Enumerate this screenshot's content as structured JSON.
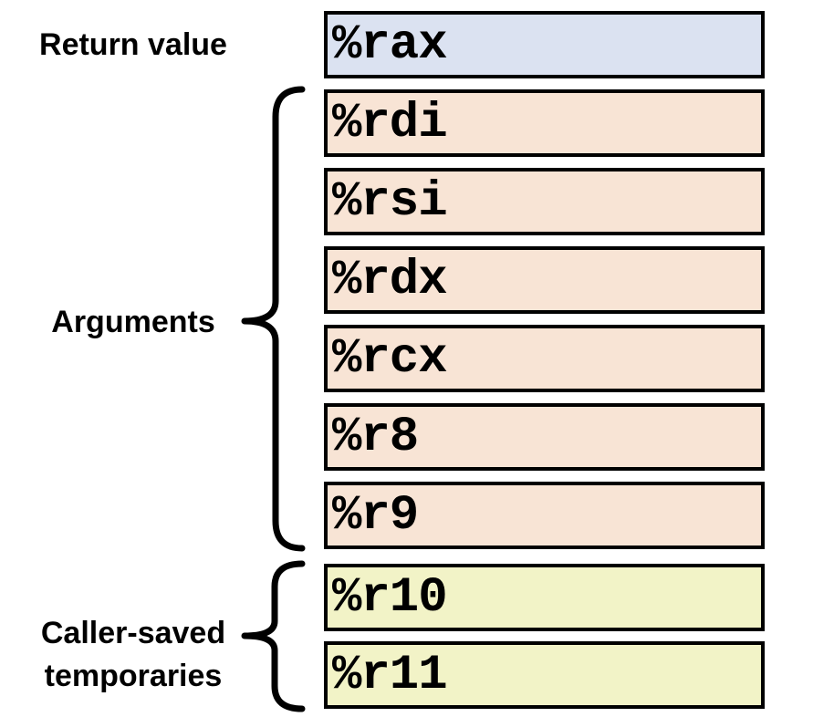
{
  "figure": {
    "description": "x86-64 caller-saved register diagram",
    "groups": [
      {
        "label": "Return value",
        "label_lines": [
          "Return value"
        ],
        "has_brace": false,
        "fill": "#dbe2f1",
        "registers": [
          "%rax"
        ]
      },
      {
        "label": "Arguments",
        "label_lines": [
          "Arguments"
        ],
        "has_brace": true,
        "fill": "#f8e4d5",
        "registers": [
          "%rdi",
          "%rsi",
          "%rdx",
          "%rcx",
          "%r8",
          "%r9"
        ]
      },
      {
        "label": "Caller-saved temporaries",
        "label_lines": [
          "Caller-saved",
          "temporaries"
        ],
        "has_brace": true,
        "fill": "#f2f3c7",
        "registers": [
          "%r10",
          "%r11"
        ]
      }
    ],
    "colors": {
      "background": "#ffffff",
      "return_value_fill": "#dbe2f1",
      "arguments_fill": "#f8e4d5",
      "caller_saved_fill": "#f2f3c7",
      "box_border": "#000000",
      "brace_stroke": "#000000",
      "label_text": "#000000",
      "register_text": "#000000"
    }
  }
}
